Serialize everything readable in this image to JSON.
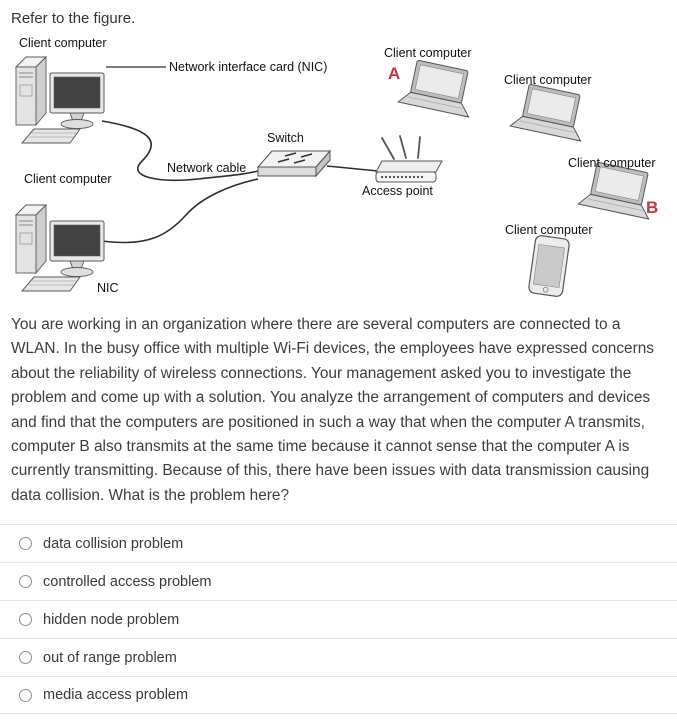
{
  "prompt": "Refer to the figure.",
  "figure": {
    "labels": {
      "desktop_top": "Client computer",
      "nic_top": "Network interface card (NIC)",
      "switch": "Switch",
      "network_cable": "Network cable",
      "access_point": "Access point",
      "laptop_a": "Client computer",
      "laptop_top_right": "Client computer",
      "laptop_b": "Client computer",
      "phone": "Client computer",
      "desktop_bottom": "Client computer",
      "nic_bottom": "NIC",
      "marker_a": "A",
      "marker_b": "B"
    },
    "marker_color": "#c0393b"
  },
  "question": "You are working in an organization where there are several computers are connected to a WLAN. In the busy office with multiple Wi-Fi devices, the employees have expressed concerns about the reliability of wireless connections. Your management asked you to investigate the problem and come up with a solution. You analyze the arrangement of computers and devices and find that the computers are positioned in such a way that when the computer A transmits, computer B also transmits at the same time because it cannot sense that the computer A is currently transmitting. Because of this, there have been issues with data transmission causing data collision. What is the problem here?",
  "options": [
    "data collision problem",
    "controlled access problem",
    "hidden node problem",
    "out of range problem",
    "media access problem"
  ]
}
